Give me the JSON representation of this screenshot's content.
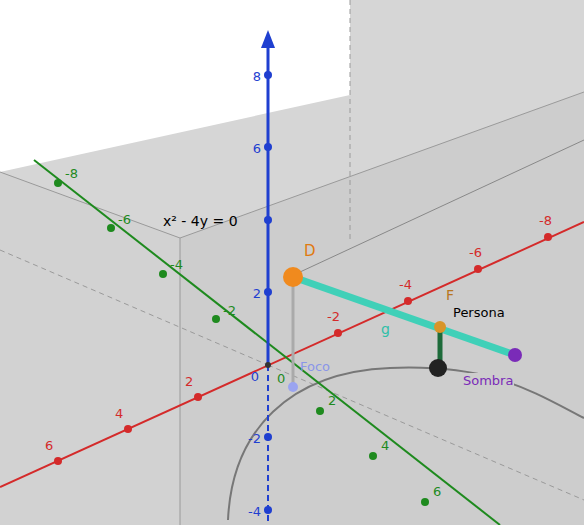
{
  "diagram": {
    "labels": [
      "x² - 4y = 0",
      "D",
      "F",
      "g",
      "Persona",
      "Foco",
      "Sombra",
      "8",
      "6",
      "2",
      "0",
      "-2",
      "-4",
      "-8",
      "-6",
      "-4",
      "-2",
      "0",
      "2",
      "4",
      "6",
      "-8",
      "-6",
      "-4",
      "-2",
      "2",
      "4",
      "6"
    ]
  }
}
